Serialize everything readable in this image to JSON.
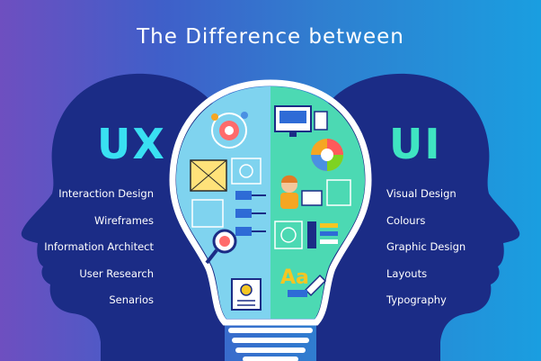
{
  "title": "The Difference between",
  "left": {
    "heading": "UX",
    "items": [
      "Interaction Design",
      "Wireframes",
      "Information Architect",
      "User Research",
      "Senarios"
    ]
  },
  "right": {
    "heading": "UI",
    "items": [
      "Visual Design",
      "Colours",
      "Graphic Design",
      "Layouts",
      "Typography"
    ]
  },
  "colors": {
    "ux_accent": "#39e0f2",
    "ui_accent": "#3fe4c2",
    "head_silhouette": "#1b2c86",
    "bulb_left": "#7fd3ef",
    "bulb_right": "#4cd9b3"
  },
  "icons": [
    "target-icon",
    "monitor-icon",
    "wireframe-icon",
    "color-wheel-icon",
    "flowchart-icon",
    "designer-icon",
    "magnifier-icon",
    "layout-icon",
    "document-icon",
    "typography-icon"
  ]
}
